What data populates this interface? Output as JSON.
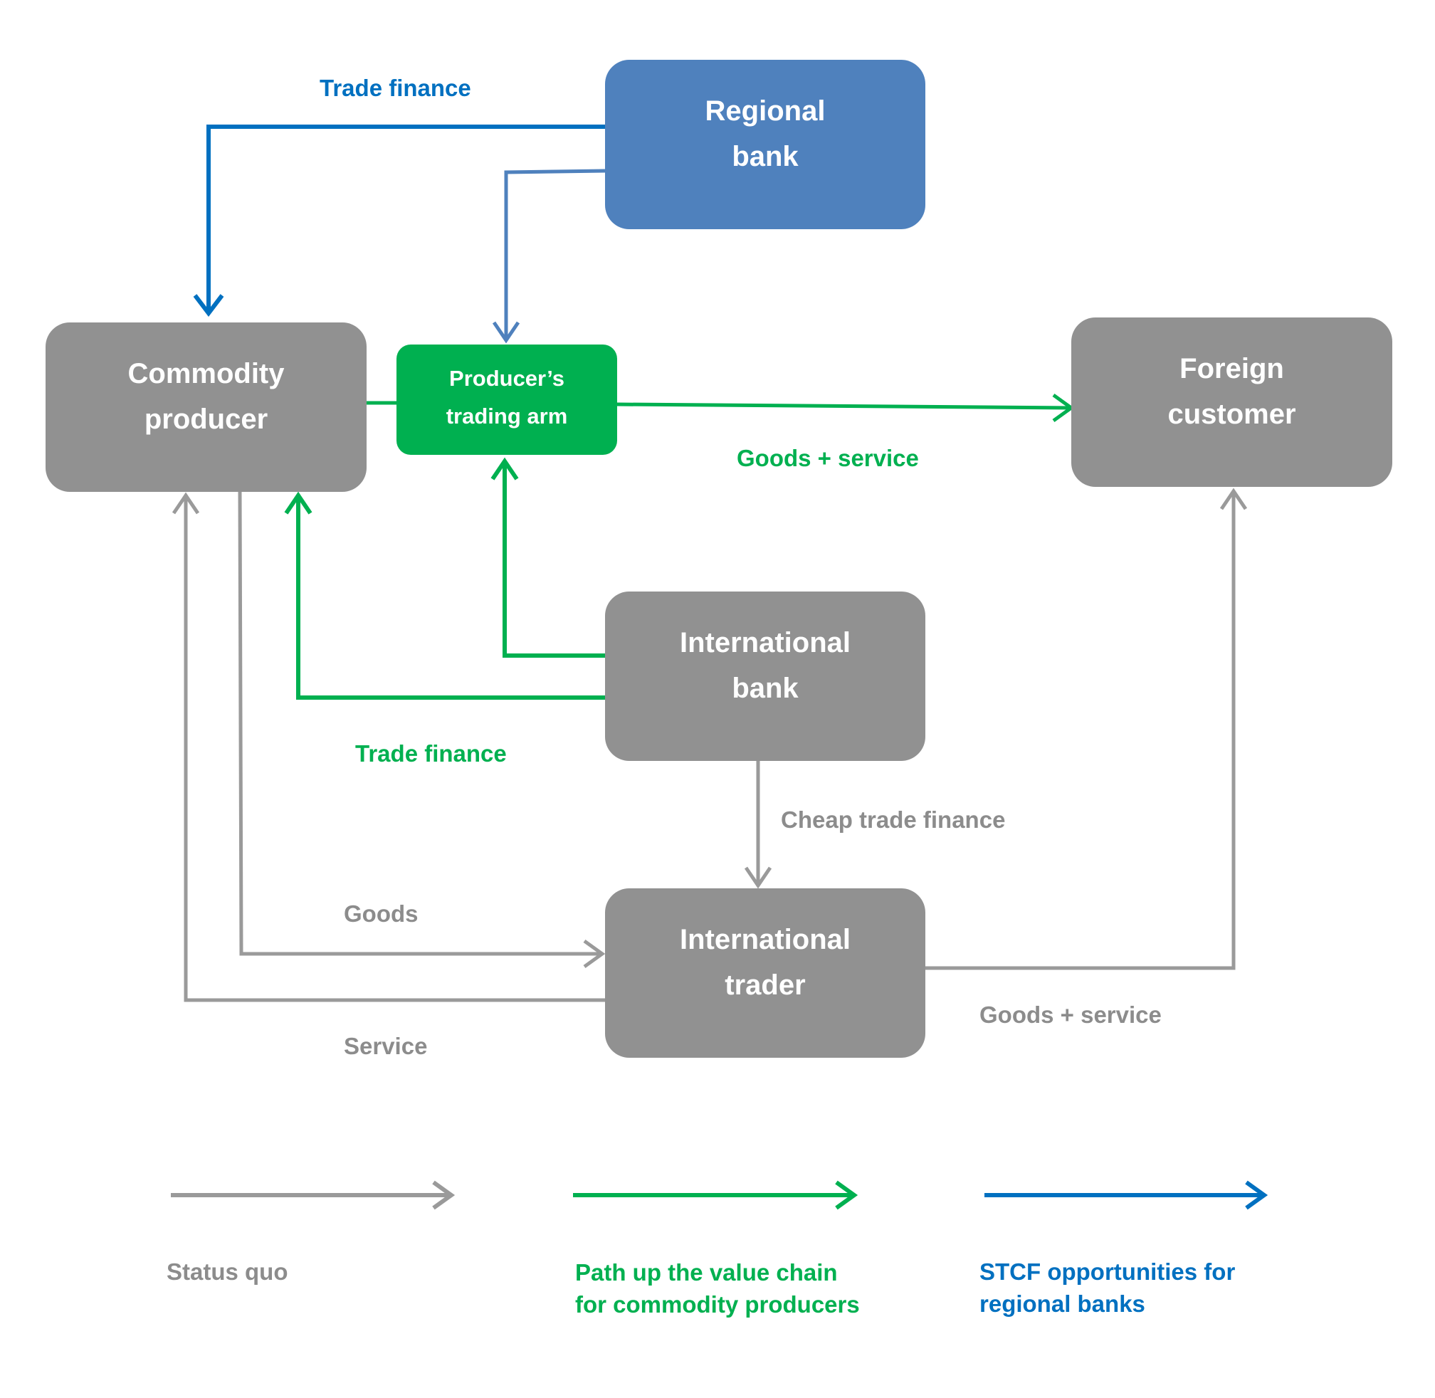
{
  "colors": {
    "gray_box": "#919191",
    "gray_line": "#9a9a9a",
    "gray_text": "#8c8c8c",
    "green": "#00b050",
    "blue_box": "#4f81bd",
    "blue_line": "#0070c0",
    "blue_line_light": "#4f81bd"
  },
  "nodes": {
    "regional_bank": "Regional\nbank",
    "commodity_producer": "Commodity\nproducer",
    "producers_trading_arm": "Producer’s\ntrading arm",
    "foreign_customer": "Foreign\ncustomer",
    "international_bank": "International\nbank",
    "international_trader": "International\ntrader"
  },
  "edges": {
    "trade_finance_blue": "Trade finance",
    "goods_service_green": "Goods + service",
    "trade_finance_green": "Trade finance",
    "cheap_trade_finance": "Cheap trade finance",
    "goods": "Goods",
    "service": "Service",
    "goods_service_gray": "Goods + service"
  },
  "legend": {
    "status_quo": "Status quo",
    "value_chain": "Path up the value chain\nfor commodity producers",
    "stcf": "STCF opportunities for\nregional banks"
  }
}
